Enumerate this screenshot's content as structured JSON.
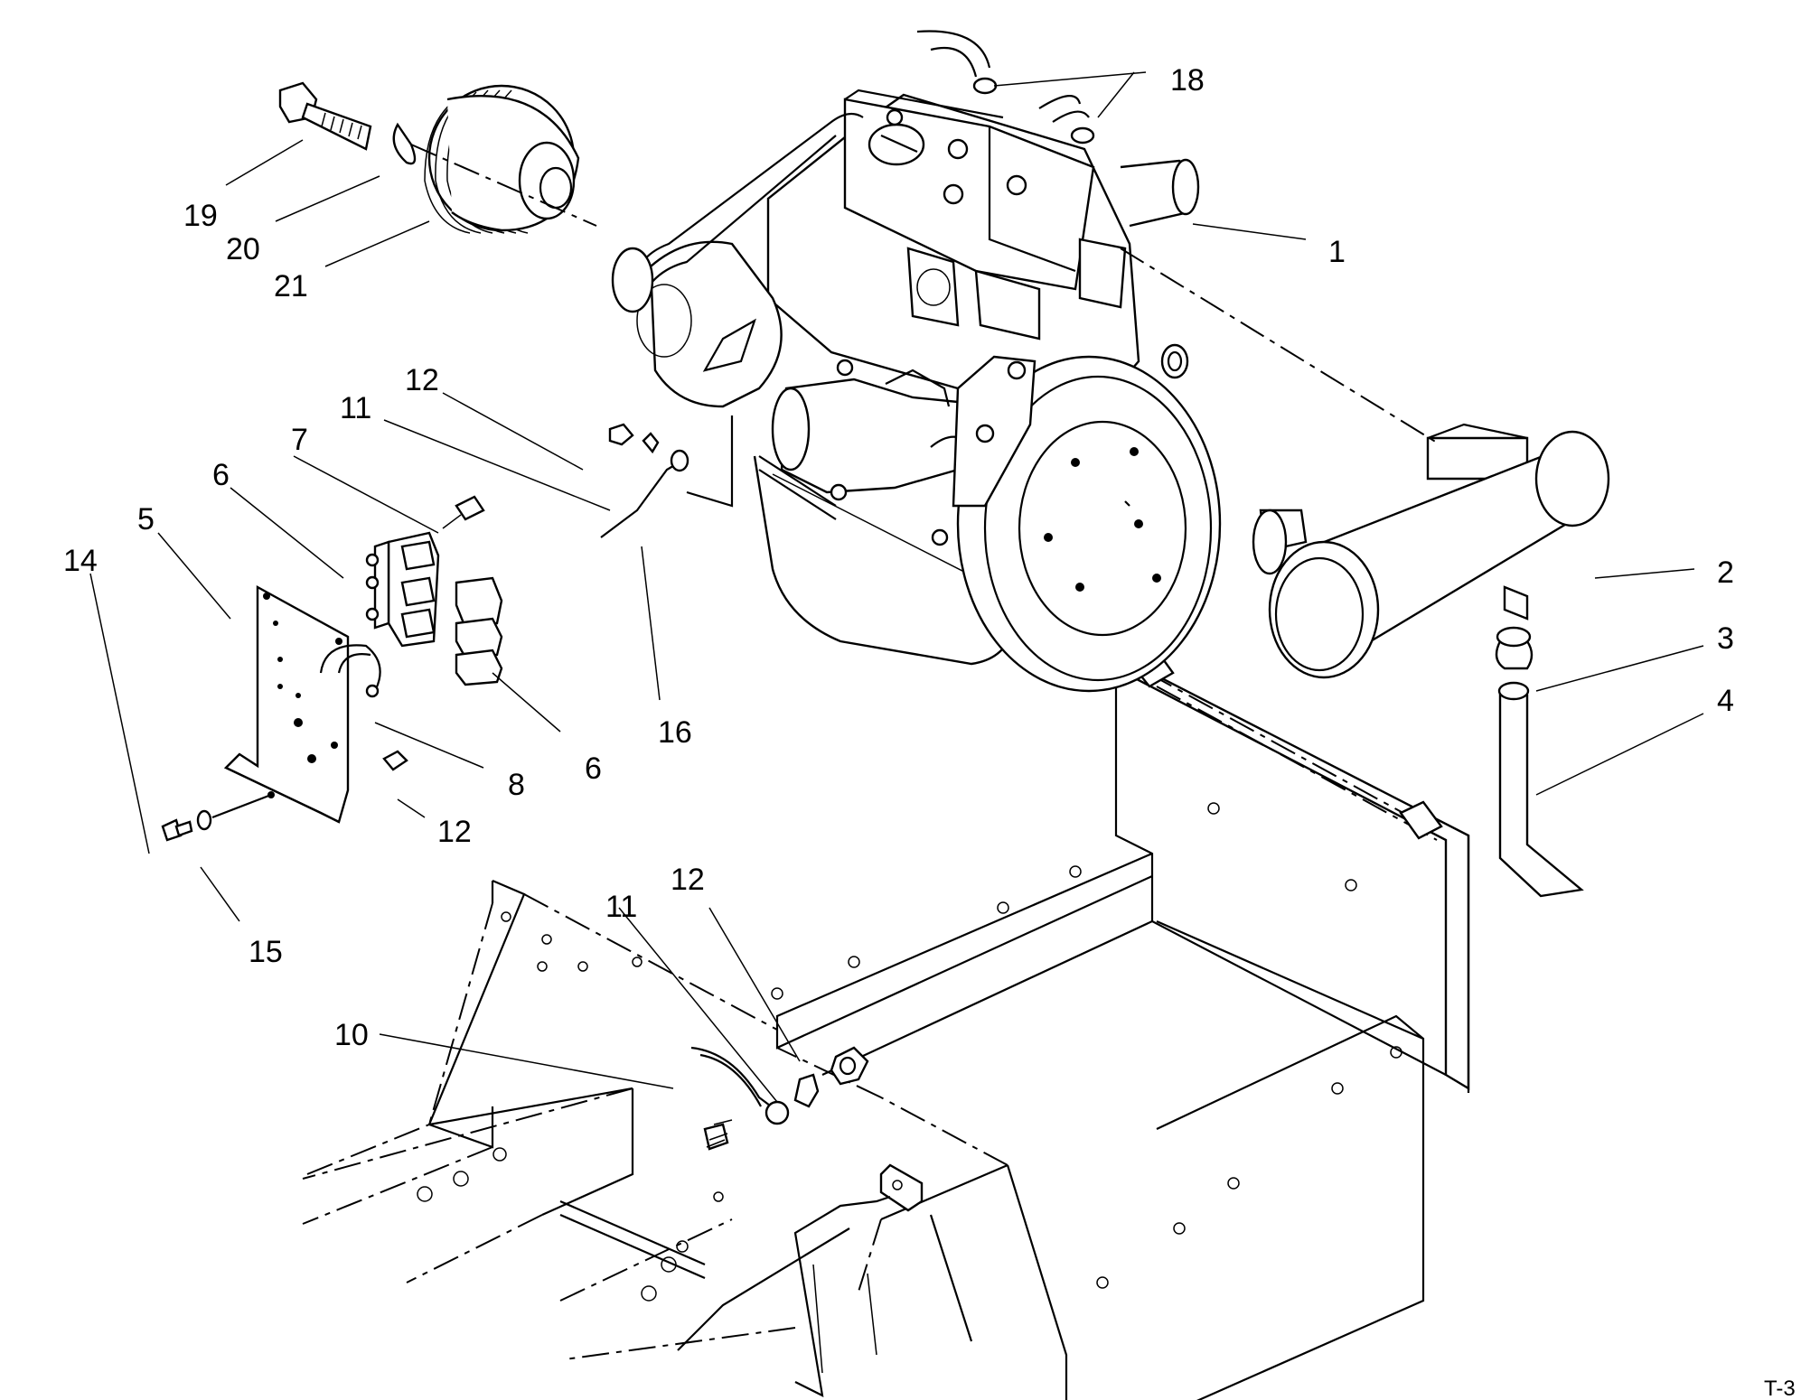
{
  "figure": {
    "id_label": "T-3"
  },
  "callouts": [
    {
      "key": "c1",
      "label": "1"
    },
    {
      "key": "c2",
      "label": "2"
    },
    {
      "key": "c3",
      "label": "3"
    },
    {
      "key": "c4",
      "label": "4"
    },
    {
      "key": "c5",
      "label": "5"
    },
    {
      "key": "c6a",
      "label": "6"
    },
    {
      "key": "c6b",
      "label": "6"
    },
    {
      "key": "c7",
      "label": "7"
    },
    {
      "key": "c8",
      "label": "8"
    },
    {
      "key": "c10",
      "label": "10"
    },
    {
      "key": "c11a",
      "label": "11"
    },
    {
      "key": "c11b",
      "label": "11"
    },
    {
      "key": "c12a",
      "label": "12"
    },
    {
      "key": "c12b",
      "label": "12"
    },
    {
      "key": "c12c",
      "label": "12"
    },
    {
      "key": "c14",
      "label": "14"
    },
    {
      "key": "c15",
      "label": "15"
    },
    {
      "key": "c16",
      "label": "16"
    },
    {
      "key": "c18",
      "label": "18"
    },
    {
      "key": "c19",
      "label": "19"
    },
    {
      "key": "c20",
      "label": "20"
    },
    {
      "key": "c21",
      "label": "21"
    }
  ]
}
